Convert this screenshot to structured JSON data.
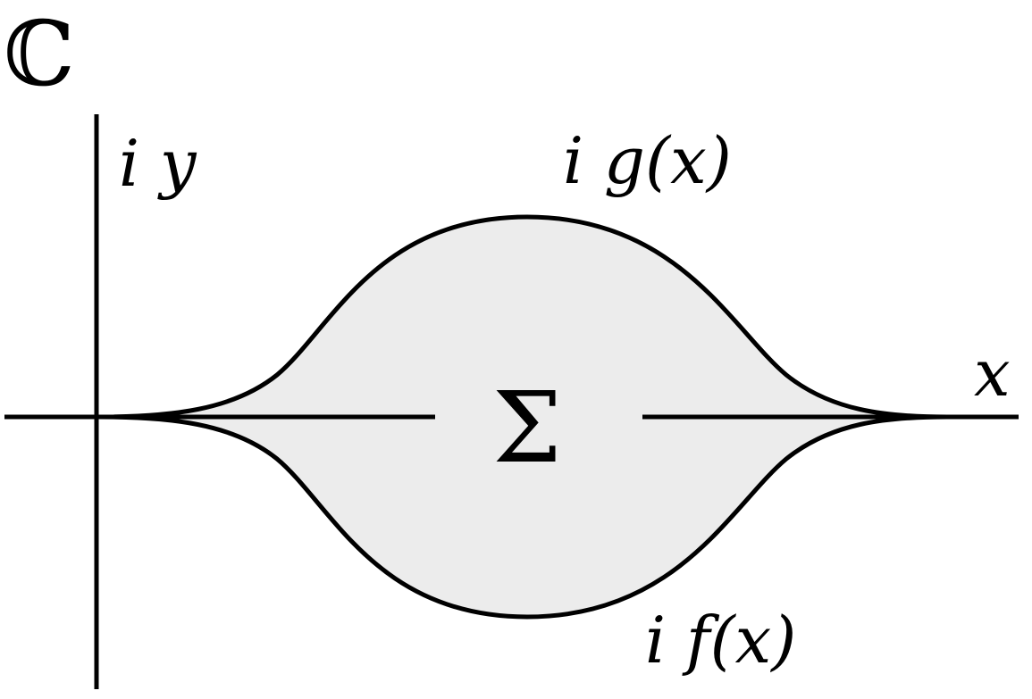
{
  "labels": {
    "complex_plane": "ℂ",
    "imag_axis": "i y",
    "real_axis": "x",
    "upper_curve": "i g(x)",
    "lower_curve": "i f(x)",
    "region": "Σ"
  },
  "colors": {
    "stroke": "#000000",
    "region_fill": "#ececec",
    "background": "#ffffff"
  }
}
